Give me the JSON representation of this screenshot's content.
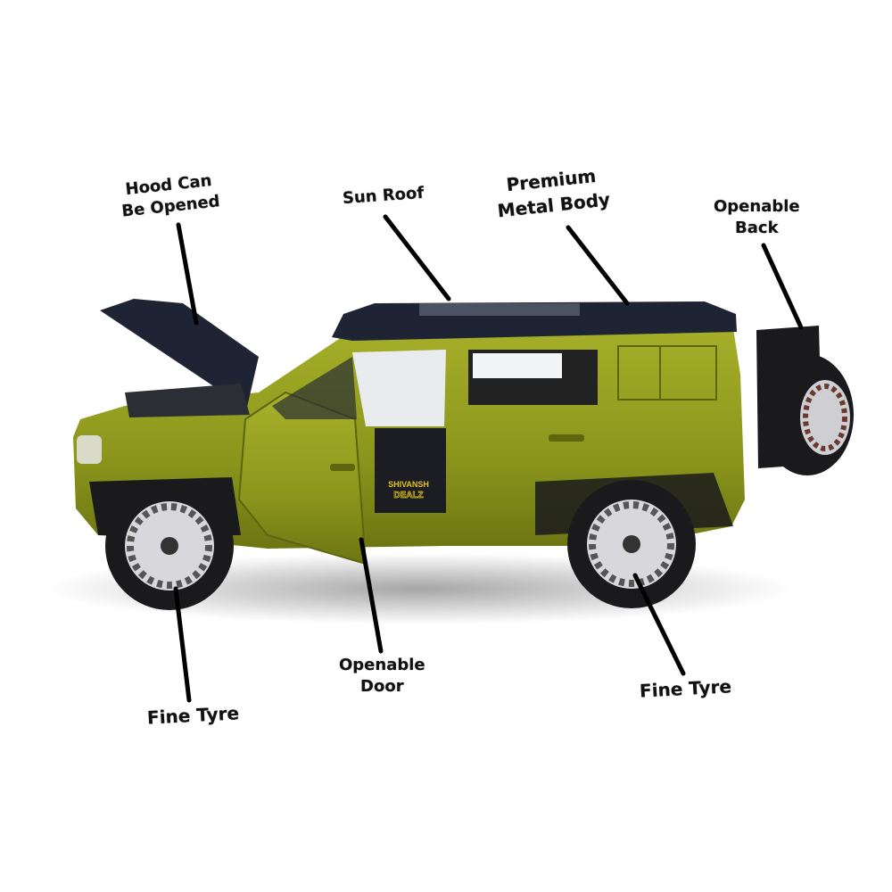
{
  "labels": {
    "hood": [
      "Hood Can",
      "Be Opened"
    ],
    "sunroof": "Sun Roof",
    "body": [
      "Premium",
      "Metal Body"
    ],
    "back": [
      "Openable",
      "Back"
    ],
    "door": [
      "Openable",
      "Door"
    ],
    "tyre_left": "Fine Tyre",
    "tyre_right": "Fine Tyre"
  },
  "logo": [
    "SHIVANSH",
    "DEALZ"
  ],
  "colors": {
    "body": "#8f9a1e",
    "roof": "#1e2433",
    "logo": "#e2c21a",
    "tyre": "#1a1a1c"
  }
}
